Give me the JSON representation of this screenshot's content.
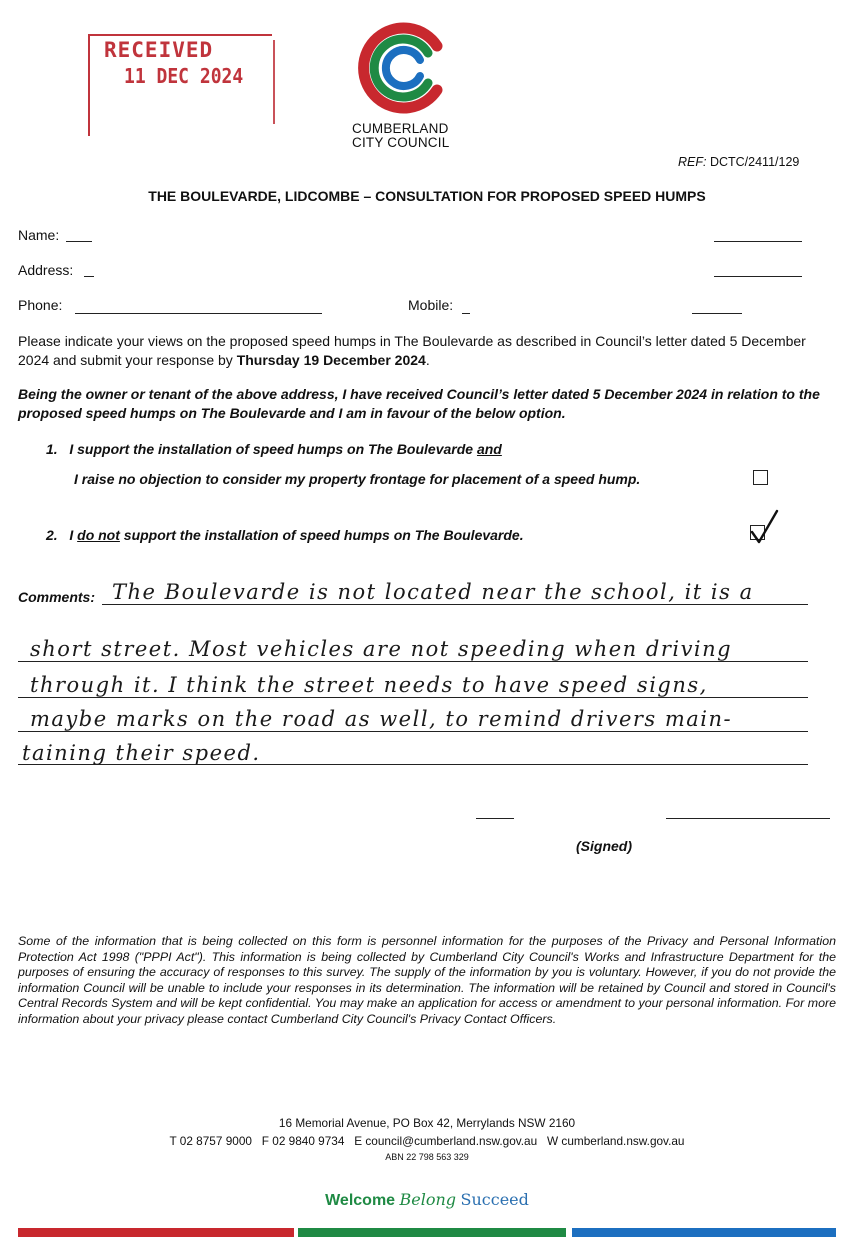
{
  "stamp": {
    "word": "RECEIVED",
    "date": "11 DEC 2024"
  },
  "logo": {
    "line1": "CUMBERLAND",
    "line2": "CITY COUNCIL",
    "colors": [
      "#c8282e",
      "#1f8a44",
      "#1c6fc0"
    ]
  },
  "ref": {
    "label": "REF:",
    "value": "DCTC/2411/129"
  },
  "title": "THE BOULEVARDE, LIDCOMBE – CONSULTATION FOR PROPOSED SPEED HUMPS",
  "fields": {
    "name": "Name:",
    "address": "Address:",
    "phone": "Phone:",
    "mobile": "Mobile:"
  },
  "intro": {
    "text": "Please indicate your views on the proposed speed humps in The Boulevarde as described in Council’s letter dated 5 December 2024 and submit your response by ",
    "deadline": "Thursday 19 December 2024",
    "end": "."
  },
  "declaration": "Being the owner or tenant of the above address, I have received Council’s letter dated 5 December 2024 in relation to the proposed speed humps on The Boulevarde and I am in favour of the below option.",
  "options": [
    {
      "num": "1.",
      "pre": "I support the installation of speed humps on The Boulevarde ",
      "emph": "and",
      "line2": "I raise no objection to consider my property frontage for placement of a speed hump.",
      "checked": false
    },
    {
      "num": "2.",
      "pre": "I ",
      "emph": "do not",
      "post": " support the installation of speed humps on The Boulevarde.",
      "checked": true
    }
  ],
  "comments": {
    "label": "Comments:",
    "lines": [
      "The Boulevarde is not located near the school, it is a",
      "short street. Most vehicles are not speeding when driving",
      "through it. I think the street needs to have speed signs,",
      "maybe marks on the road as well, to remind drivers main-",
      "taining their speed."
    ]
  },
  "signed": "(Signed)",
  "privacy": "Some of the information that is being collected on this form is personnel information for the purposes of the Privacy and Personal Information Protection Act 1998 (\"PPPI Act\"). This information is being collected by Cumberland City Council's Works and Infrastructure Department for the purposes of ensuring the accuracy of responses to this survey. The supply of the information by you is voluntary. However, if you do not provide the information Council will be unable to include your responses in its determination. The information will be retained by Council and stored in Council's Central Records System and will be kept confidential. You may make an application for access or amendment to your personal information. For more information about your privacy please contact Cumberland City Council's Privacy Contact Officers.",
  "footer": {
    "address": "16 Memorial Avenue, PO Box 42, Merrylands NSW 2160",
    "contacts": "T 02 8757 9000   F 02 9840 9734   E council@cumberland.nsw.gov.au   W cumberland.nsw.gov.au",
    "abn": "ABN 22 798 563 329"
  },
  "slogan": {
    "welcome": "Welcome",
    "belong": "Belong",
    "succeed": "Succeed",
    "colors": {
      "welcome": "#1f8a44",
      "belong": "#1f8a44",
      "succeed": "#2a6fb0"
    }
  },
  "bars": [
    "#c8282e",
    "#1f8a44",
    "#1c6fc0"
  ]
}
